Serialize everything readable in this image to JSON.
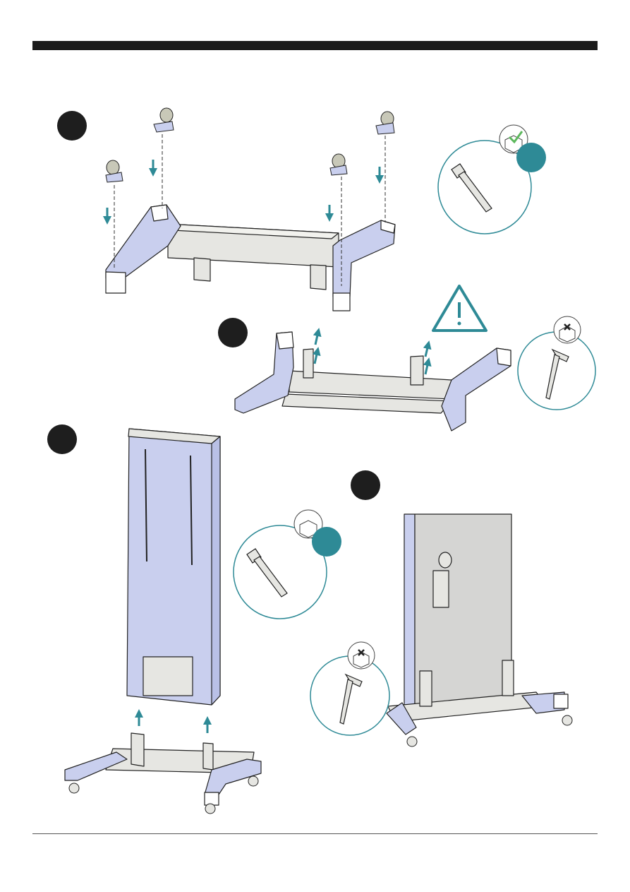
{
  "page": {
    "title": "",
    "steps": [
      {
        "id": 1,
        "label": ""
      },
      {
        "id": 2,
        "label": ""
      },
      {
        "id": 3,
        "label": ""
      },
      {
        "id": 4,
        "label": ""
      }
    ],
    "colors": {
      "header_bar": "#1b1b1b",
      "teal_accent": "#2e8a96",
      "panel_blue": "#c9cfee",
      "frame_grey": "#e6e6e2",
      "outline": "#222222"
    },
    "icons": [
      "caster-wheel-icon",
      "down-arrow-icon",
      "up-arrow-icon",
      "bolt-icon",
      "hex-key-icon",
      "warning-triangle-icon",
      "box-check-icon",
      "box-cross-icon"
    ]
  }
}
